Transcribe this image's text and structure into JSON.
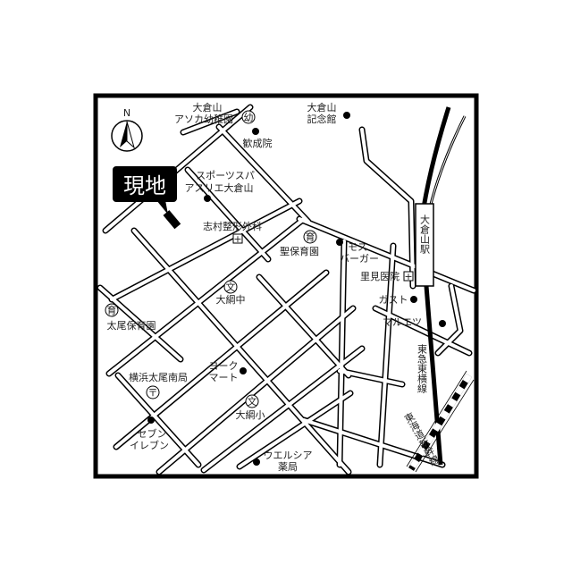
{
  "map": {
    "site_label": "現地",
    "north_label": "N",
    "station": "大倉山駅",
    "railways": [
      "東急東横線",
      "東海道新幹線"
    ],
    "places": {
      "kindergarten": [
        "大倉山",
        "アソカ幼稚園"
      ],
      "kindergarten_symbol": "幼",
      "memorial": [
        "大倉山",
        "記念館"
      ],
      "kinseiin": "歓成院",
      "sports": [
        "スポーツスパ",
        "アスリエ大倉山"
      ],
      "shimura": "志村整形外科",
      "seiho": "聖保育園",
      "mos": [
        "モス",
        "バーガー"
      ],
      "satomi": "里見医院",
      "gusto": "ガスト",
      "maruetsu": "マルエツ",
      "okoami_jhs": "大綱中",
      "tao_nursery": "太尾保育園",
      "post": "横浜太尾南局",
      "yorkmart": [
        "ヨーク",
        "マート"
      ],
      "okoami_es": "大綱小",
      "seven": [
        "セブン",
        "イレブン"
      ],
      "welcia": [
        "ウエルシア",
        "薬局"
      ],
      "school_symbol": "文",
      "nursery_symbol": "育",
      "post_symbol": "〒",
      "hospital_symbol": "+"
    }
  }
}
